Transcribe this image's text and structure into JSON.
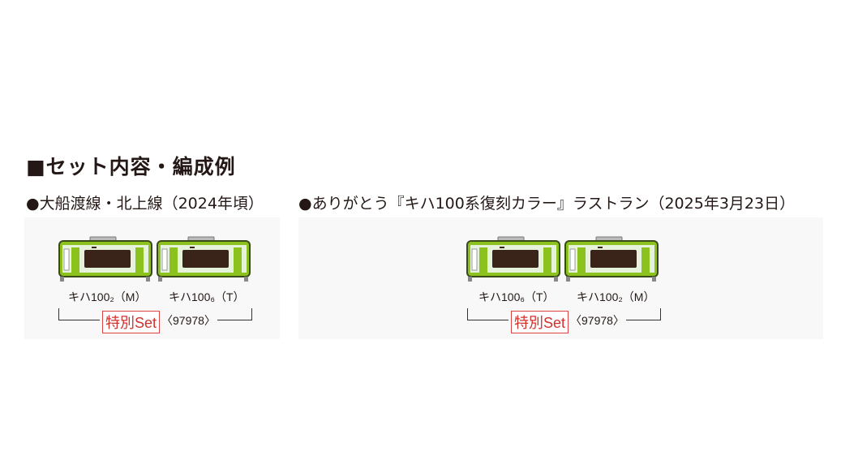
{
  "heading": "■セット内容・編成例",
  "sets": [
    {
      "title": "●大船渡線・北上線（2024年頃）",
      "cars": [
        "キハ100₂（M）",
        "キハ100₆（T）"
      ],
      "badge": "特別Set",
      "code": "〈97978〉"
    },
    {
      "title": "●ありがとう『キハ100系復刻カラー』ラストラン（2025年3月23日）",
      "cars": [
        "キハ100₆（T）",
        "キハ100₂（M）"
      ],
      "badge": "特別Set",
      "code": "〈97978〉"
    }
  ],
  "colors": {
    "green": "#8cc21e",
    "badge": "#d0312d"
  }
}
